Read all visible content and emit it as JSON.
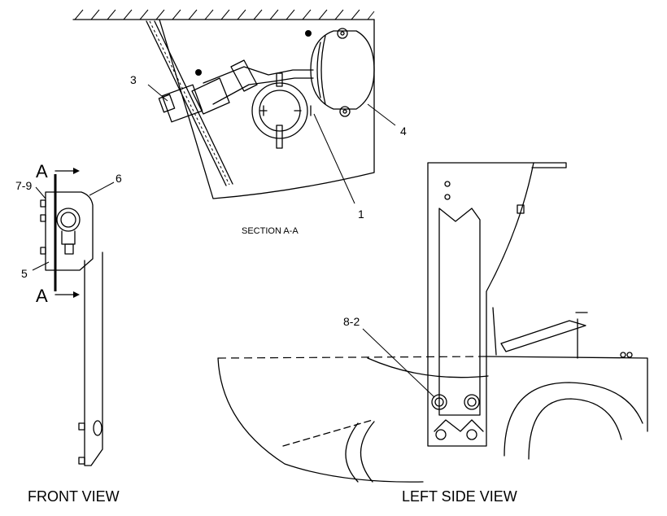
{
  "captions": {
    "front_view": "FRONT VIEW",
    "left_side_view": "LEFT SIDE VIEW",
    "section": "SECTION A-A"
  },
  "section_markers": {
    "top": "A",
    "bottom": "A"
  },
  "callouts": {
    "c1": "1",
    "c3": "3",
    "c4": "4",
    "c5": "5",
    "c6": "6",
    "c79": "7-9",
    "c82": "8-2"
  }
}
